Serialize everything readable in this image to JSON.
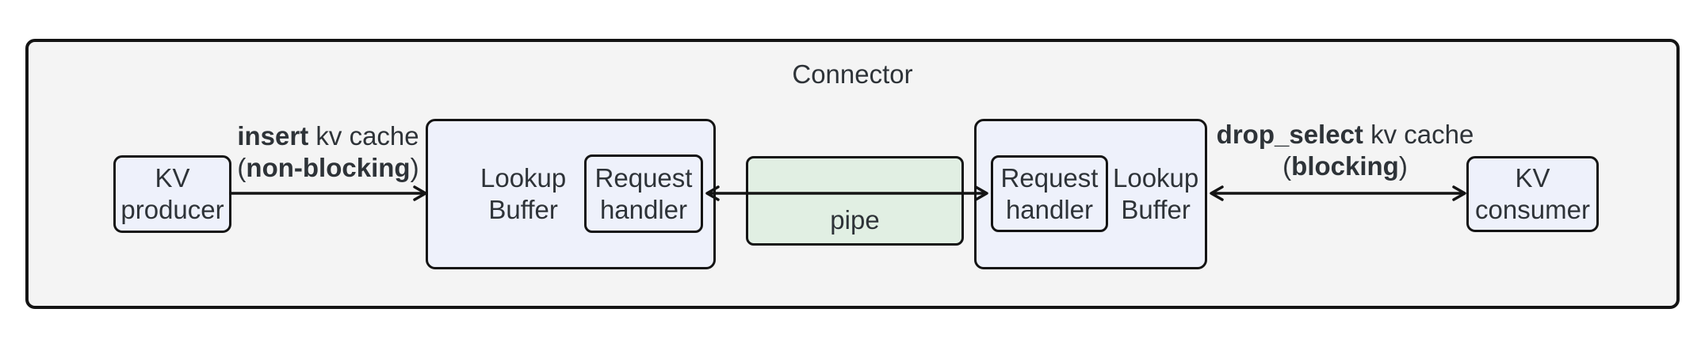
{
  "diagram": {
    "container_title": "Connector",
    "nodes": {
      "kv_producer": "KV\nproducer",
      "lookup_buffer_left": "Lookup\nBuffer",
      "request_handler_left": "Request\nhandler",
      "pipe": "pipe",
      "request_handler_right": "Request\nhandler",
      "lookup_buffer_right": "Lookup\nBuffer",
      "kv_consumer": "KV\nconsumer"
    },
    "edges": {
      "insert": {
        "keyword": "insert",
        "rest": " kv cache",
        "open_paren": "(",
        "mode": "non-blocking",
        "close_paren": ")"
      },
      "drop_select": {
        "keyword": "drop_select",
        "rest": " kv cache",
        "open_paren": "(",
        "mode": "blocking",
        "close_paren": ")"
      }
    },
    "colors": {
      "container_fill": "#f4f4f4",
      "node_fill": "#eef1fb",
      "pipe_fill": "#e1efe3",
      "border": "#141414",
      "text": "#2e3338"
    }
  }
}
